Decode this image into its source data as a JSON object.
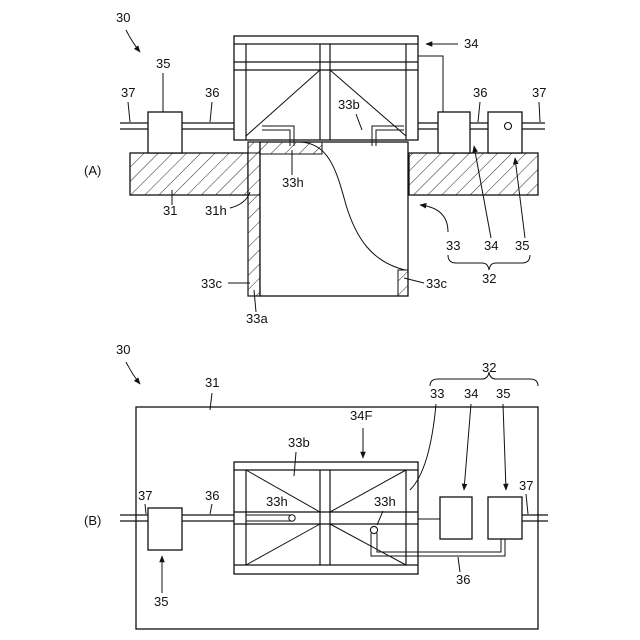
{
  "view_a": {
    "view_label": "(A)",
    "refs": {
      "r30": "30",
      "r35": "35",
      "r37_left": "37",
      "r36_left": "36",
      "r34_top": "34",
      "r33b": "33b",
      "r36_right": "36",
      "r37_right": "37",
      "r33h": "33h",
      "r31": "31",
      "r31h": "31h",
      "r33c_left": "33c",
      "r33c_right": "33c",
      "r33a": "33a",
      "g33": "33",
      "g34": "34",
      "g35": "35",
      "g32": "32"
    }
  },
  "view_b": {
    "view_label": "(B)",
    "refs": {
      "r30": "30",
      "r31": "31",
      "r32": "32",
      "r33": "33",
      "r34": "34",
      "r35_top": "35",
      "r34f": "34F",
      "r33b": "33b",
      "r33h_left": "33h",
      "r33h_right": "33h",
      "r37_left": "37",
      "r36_left": "36",
      "r37_right": "37",
      "r35_bottom": "35",
      "r36_bottom": "36"
    }
  }
}
